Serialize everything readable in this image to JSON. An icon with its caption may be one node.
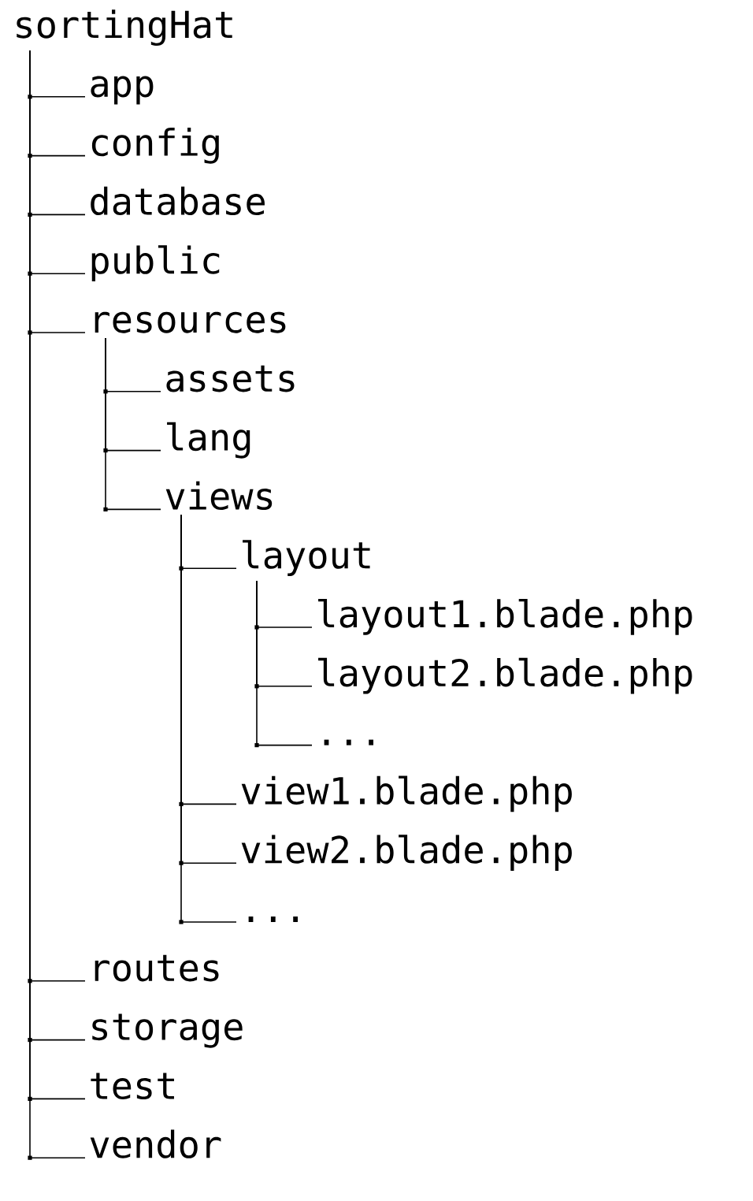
{
  "diagram": {
    "nodes": [
      {
        "text": [
          "sortingHat"
        ]
      },
      {
        "text": [
          "app"
        ]
      },
      {
        "text": [
          "config"
        ]
      },
      {
        "text": [
          "database"
        ]
      },
      {
        "text": [
          "public"
        ]
      },
      {
        "text": [
          "resources"
        ]
      },
      {
        "text": [
          "assets"
        ]
      },
      {
        "text": [
          "lang"
        ]
      },
      {
        "text": [
          "views"
        ]
      },
      {
        "text": [
          "layout"
        ]
      },
      {
        "text": [
          "layout1.blade.php"
        ]
      },
      {
        "text": [
          "layout2.blade.php"
        ]
      },
      {
        "text": [
          "..."
        ]
      },
      {
        "text": [
          "view1.blade.php"
        ]
      },
      {
        "text": [
          "view2.blade.php"
        ]
      },
      {
        "text": [
          "..."
        ]
      },
      {
        "text": [
          "routes"
        ]
      },
      {
        "text": [
          "storage"
        ]
      },
      {
        "text": [
          "test"
        ]
      },
      {
        "text": [
          "vendor"
        ]
      }
    ],
    "edges": [
      {
        "from": 0,
        "to": 1,
        "arrow": "none"
      },
      {
        "from": 0,
        "to": 2,
        "arrow": "none"
      },
      {
        "from": 0,
        "to": 3,
        "arrow": "none"
      },
      {
        "from": 0,
        "to": 4,
        "arrow": "none"
      },
      {
        "from": 0,
        "to": 5,
        "arrow": "none"
      },
      {
        "from": 5,
        "to": 6,
        "arrow": "none"
      },
      {
        "from": 5,
        "to": 7,
        "arrow": "none"
      },
      {
        "from": 5,
        "to": 8,
        "arrow": "none"
      },
      {
        "from": 8,
        "to": 9,
        "arrow": "none"
      },
      {
        "from": 9,
        "to": 10,
        "arrow": "none"
      },
      {
        "from": 9,
        "to": 11,
        "arrow": "none"
      },
      {
        "from": 9,
        "to": 12,
        "arrow": "none"
      },
      {
        "from": 8,
        "to": 13,
        "arrow": "none"
      },
      {
        "from": 8,
        "to": 14,
        "arrow": "none"
      },
      {
        "from": 8,
        "to": 15,
        "arrow": "none"
      },
      {
        "from": 0,
        "to": 16,
        "arrow": "none"
      },
      {
        "from": 0,
        "to": 17,
        "arrow": "none"
      },
      {
        "from": 0,
        "to": 18,
        "arrow": "none"
      },
      {
        "from": 0,
        "to": 19,
        "arrow": "none"
      }
    ]
  }
}
